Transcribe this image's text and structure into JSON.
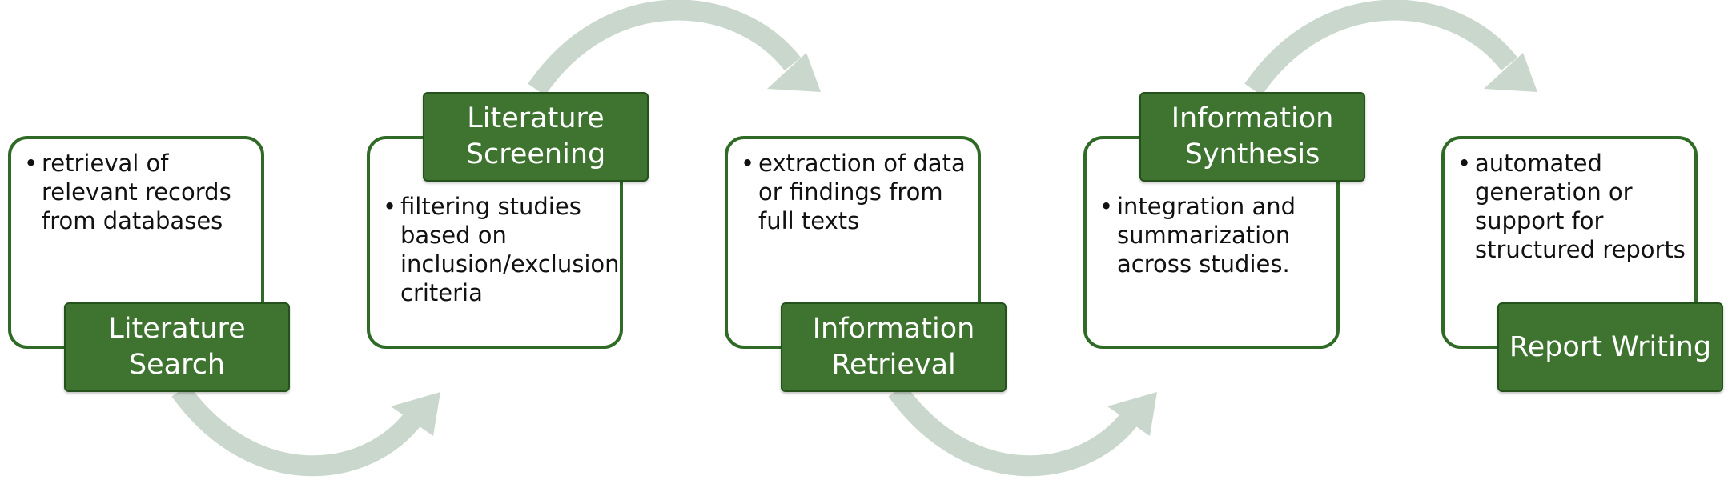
{
  "diagram": {
    "stages": [
      {
        "title": "Literature Search",
        "bullet": "retrieval of relevant records from databases"
      },
      {
        "title": "Literature Screening",
        "bullet": "filtering studies based on inclusion/exclusion criteria"
      },
      {
        "title": "Information Retrieval",
        "bullet": "extraction of data or findings from full texts"
      },
      {
        "title": "Information Synthesis",
        "bullet": "integration and summarization across studies."
      },
      {
        "title": "Report Writing",
        "bullet": "automated generation or support for structured reports"
      }
    ],
    "bullet_symbol": "•",
    "colors": {
      "title_fill": "#3e7430",
      "title_border": "#24511c",
      "box_border": "#2f6b26",
      "arrow": "#c9d7cd"
    }
  }
}
